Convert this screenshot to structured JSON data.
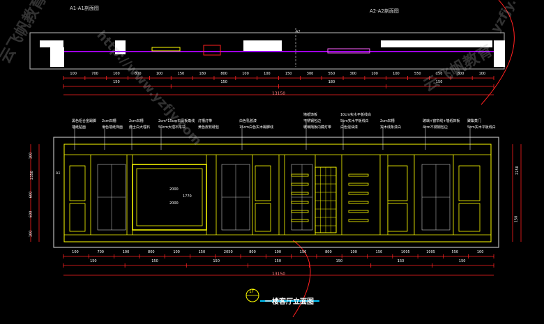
{
  "sections": {
    "a1_label": "A1-A1剖面图",
    "a2_label": "A2-A2剖面图",
    "a1_marker": "A1",
    "a2_marker": "A2"
  },
  "plan": {
    "dims": [
      "100",
      "700",
      "100",
      "800",
      "100",
      "150",
      "180",
      "800",
      "100",
      "100",
      "150",
      "300",
      "550",
      "300",
      "100",
      "100",
      "550",
      "150",
      "800",
      "100"
    ],
    "dims2": [
      "150",
      "150",
      "180",
      "150"
    ],
    "total": "13150"
  },
  "callouts": [
    "黑色铝合金踢脚",
    "2cm凹槽",
    "2cm凹槽",
    "2cm*15cm石膏板角线",
    "白色乳胶漆",
    "墙纸饰板",
    "10cm实木平板线白",
    "2cm凹槽",
    "玻璃+窗帘线+墙纸饰板",
    "聚酯蒸门",
    "墙纸贴面",
    "米色墙纸饰面",
    "爵士白大理石",
    "50cm大理石平块",
    "灯槽灯带",
    "黄色皮软硬包",
    "15cm白色实木踢脚线",
    "不锈钢包边",
    "玻璃隔板内藏灯带",
    "5cm实木平板线白",
    "白色混油漆",
    "实木线条漆白",
    "4cm不锈钢包边",
    "5cm实木平板线白"
  ],
  "elevation": {
    "left_dims": [
      "100",
      "2350",
      "600",
      "600",
      "100"
    ],
    "right_dims": [
      "2250",
      "150"
    ],
    "inner": [
      "2000",
      "1770",
      "2000"
    ],
    "bottom": [
      "100",
      "700",
      "100",
      "800",
      "100",
      "150",
      "2050",
      "800",
      "100",
      "150",
      "800",
      "100",
      "150",
      "1005",
      "1005",
      "550",
      "100"
    ],
    "bottom2": [
      "150",
      "150",
      "150",
      "150",
      "150",
      "150",
      "150"
    ],
    "total": "13150"
  },
  "title": "一楼客厅立面图",
  "title_badge": "1F",
  "watermarks": [
    "云飞帆教育",
    "http://www.yzfjy.com",
    "云飞帆教育",
    "yzfjy.com"
  ],
  "colors": {
    "dim": "#ff2020",
    "wall": "#ffff00",
    "struct": "#c8c8c8",
    "purple": "#a000ff",
    "pink": "#ff60ff",
    "cyan": "#00c8ff"
  }
}
